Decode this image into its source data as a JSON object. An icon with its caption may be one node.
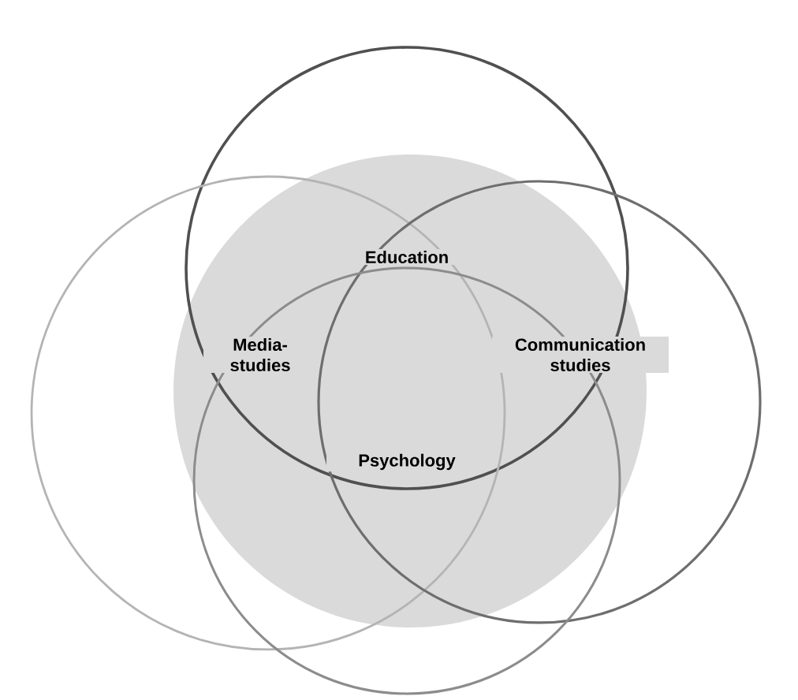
{
  "diagram": {
    "labels": [
      "Education",
      "Media-studies",
      "Communication studies",
      "Psychology"
    ]
  }
}
